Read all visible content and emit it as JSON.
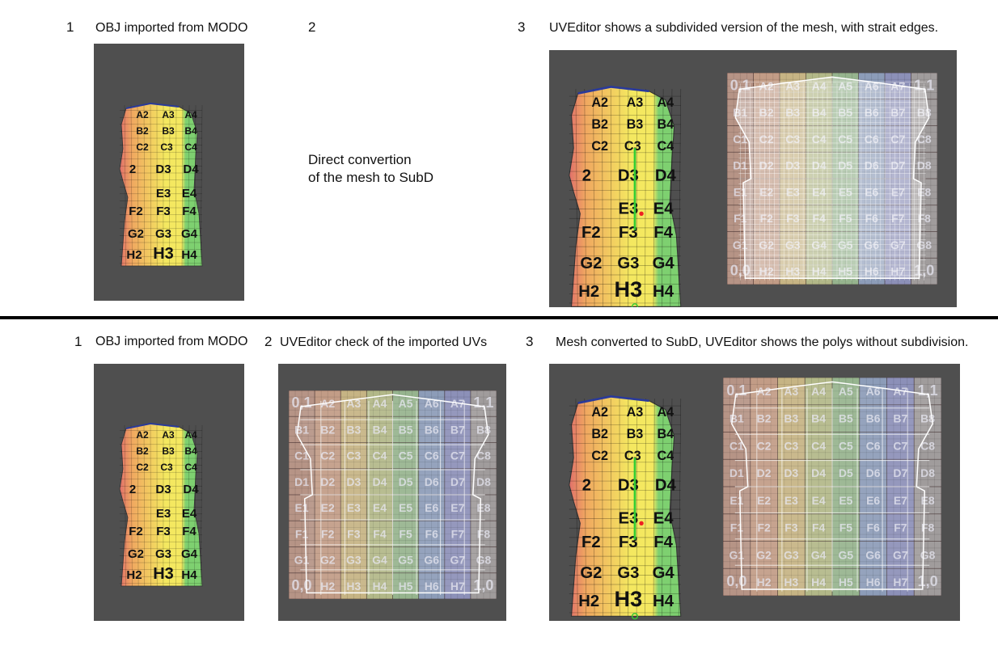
{
  "top": {
    "step1": {
      "num": "1",
      "label": "OBJ imported from MODO"
    },
    "step2": {
      "num": "2",
      "note_line1": "Direct convertion",
      "note_line2": "of the mesh to SubD"
    },
    "step3": {
      "num": "3",
      "label": "UVEditor shows a subdivided version of the mesh, with strait edges."
    }
  },
  "bottom": {
    "step1": {
      "num": "1",
      "label": "OBJ imported from MODO"
    },
    "step2": {
      "num": "2",
      "label": "UVEditor check of the imported UVs"
    },
    "step3": {
      "num": "3",
      "label": "Mesh converted to SubD, UVEditor shows the polys without subdivision."
    }
  },
  "uv_grid": {
    "rows": [
      [
        "0,1",
        "A2",
        "A3",
        "A4",
        "A5",
        "A6",
        "A7",
        "1,1"
      ],
      [
        "B1",
        "B2",
        "B3",
        "B4",
        "B5",
        "B6",
        "B7",
        "B8"
      ],
      [
        "C1",
        "C2",
        "C3",
        "C4",
        "C5",
        "C6",
        "C7",
        "C8"
      ],
      [
        "D1",
        "D2",
        "D3",
        "D4",
        "D5",
        "D6",
        "D7",
        "D8"
      ],
      [
        "E1",
        "E2",
        "E3",
        "E4",
        "E5",
        "E6",
        "E7",
        "E8"
      ],
      [
        "F1",
        "F2",
        "F3",
        "F4",
        "F5",
        "F6",
        "F7",
        "F8"
      ],
      [
        "G1",
        "G2",
        "G3",
        "G4",
        "G5",
        "G6",
        "G7",
        "G8"
      ],
      [
        "0,0",
        "H2",
        "H3",
        "H4",
        "H5",
        "H6",
        "H7",
        "1,0"
      ]
    ],
    "column_colors": [
      "#b69486",
      "#c29c86",
      "#c6b484",
      "#b2b888",
      "#96b48e",
      "#8c9cb8",
      "#8c90b8",
      "#a09c9c"
    ]
  },
  "mesh_labels": {
    "r1": [
      "A2",
      "A3",
      "A4"
    ],
    "r2": [
      "B2",
      "B3",
      "B4"
    ],
    "r3": [
      "C2",
      "C3",
      "C4"
    ],
    "r4": [
      "2",
      "D3",
      "D4"
    ],
    "r5": [
      "E3",
      "E4"
    ],
    "r6": [
      "F2",
      "F3",
      "F4"
    ],
    "r7": [
      "G2",
      "G3",
      "G4"
    ],
    "r8": [
      "H2",
      "H3",
      "H4"
    ]
  },
  "colors": {
    "panel_bg": "#4f4f4f",
    "mesh_orange": "#f0a860",
    "mesh_yellow": "#f4e860",
    "mesh_green": "#7ed070",
    "mesh_red": "#e0706a"
  }
}
